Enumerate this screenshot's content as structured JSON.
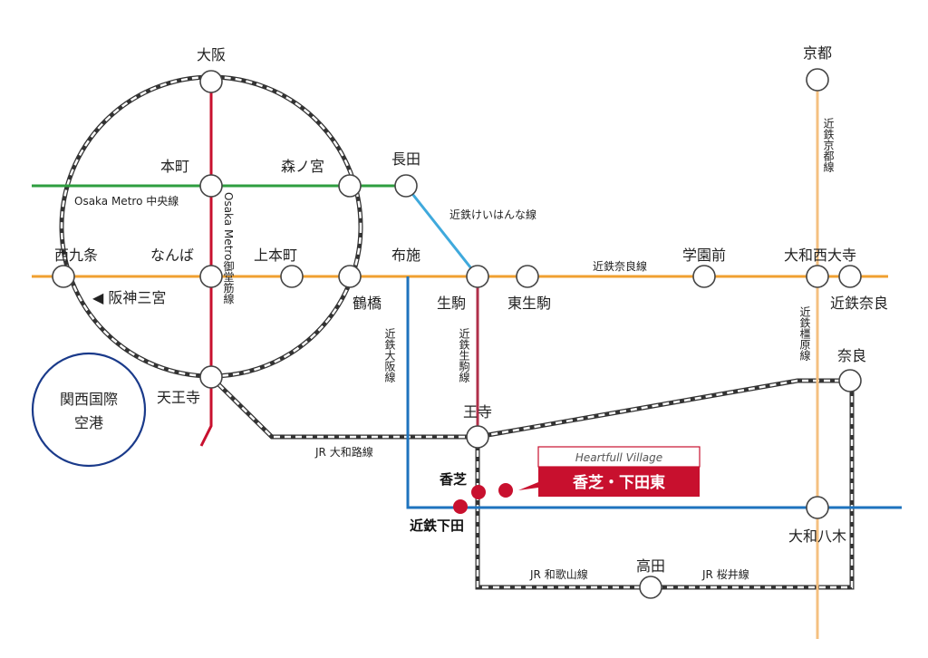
{
  "colors": {
    "chuo": "#2e9e3f",
    "midosuji": "#c8102e",
    "nara_line": "#f0a030",
    "kyoto_line": "#f5c080",
    "keihanna": "#3fa9dc",
    "osaka_line": "#1e73be",
    "ikoma_line": "#b0304a",
    "jr": "#333333",
    "accent": "#c8102e",
    "airport": "#1a3a8a"
  },
  "stations": {
    "osaka": "大阪",
    "honmachi": "本町",
    "morinomiya": "森ノ宮",
    "nagata": "長田",
    "nishikujo": "西九条",
    "namba": "なんば",
    "uehonmachi": "上本町",
    "fuse": "布施",
    "tsuruhashi": "鶴橋",
    "ikoma": "生駒",
    "higashi_ikoma": "東生駒",
    "gakuenmae": "学園前",
    "yamato_saidaiji": "大和西大寺",
    "kintetsu_nara": "近鉄奈良",
    "kyoto": "京都",
    "nara": "奈良",
    "tennoji": "天王寺",
    "oji": "王寺",
    "kashiba": "香芝",
    "kintetsu_shimoda": "近鉄下田",
    "yamato_yagi": "大和八木",
    "takada": "高田",
    "hanshin_sannomiya": "◀ 阪神三宮"
  },
  "lines": {
    "chuo": "Osaka Metro 中央線",
    "midosuji": "Osaka Metro御堂筋線",
    "keihanna": "近鉄けいはんな線",
    "nara_line": "近鉄奈良線",
    "kyoto_line": "近鉄京都線",
    "kashihara": "近鉄橿原線",
    "osaka_line": "近鉄大阪線",
    "ikoma_line": "近鉄生駒線",
    "jr_yamatoji": "JR 大和路線",
    "jr_wakayama": "JR 和歌山線",
    "jr_sakurai": "JR 桜井線"
  },
  "airport": {
    "line1": "関西国際",
    "line2": "空港"
  },
  "property": {
    "brand": "Heartfull Village",
    "name": "香芝・下田東"
  }
}
